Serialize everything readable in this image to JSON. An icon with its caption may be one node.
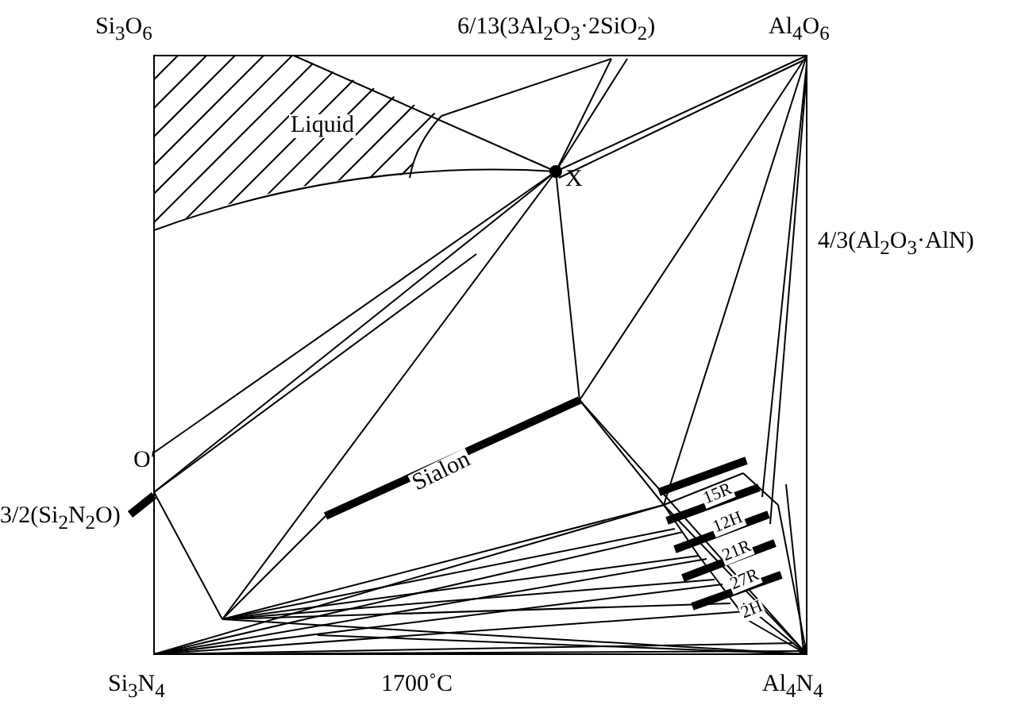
{
  "diagram": {
    "caption": "1700˚C",
    "labels": [
      "Si$_{3}$O$_{6}$",
      "6/13(3Al$_{2}$O$_{3}$·2SiO$_{2}$)",
      "Al$_{4}$O$_{6}$",
      "Liquid",
      "X",
      "4/3(Al$_{2}$O$_{3}$·AlN)",
      "O′",
      "3/2(Si$_{2}$N$_{2}$O)",
      "Sialon",
      "15R",
      "12H",
      "21R",
      "27R",
      "2H",
      "Si$_{3}$N$_{4}$",
      "Al$_{4}$N$_{4}$"
    ]
  }
}
